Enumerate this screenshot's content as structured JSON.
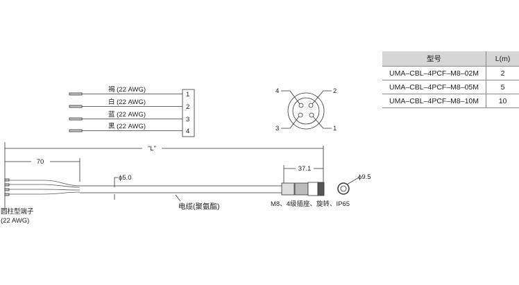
{
  "wiring": {
    "wires": [
      {
        "label": "褐 (22 AWG)",
        "pin": "1"
      },
      {
        "label": "白 (22 AWG)",
        "pin": "2"
      },
      {
        "label": "蓝 (22 AWG)",
        "pin": "3"
      },
      {
        "label": "黑 (22 AWG)",
        "pin": "4"
      }
    ]
  },
  "connector_face": {
    "pins": [
      "4",
      "2",
      "3",
      "1"
    ]
  },
  "dimensions": {
    "length": "\"L\"",
    "strip": "70",
    "cable_dia": "ϕ5.0",
    "connector_len": "37.1",
    "connector_dia": "ϕ9.5"
  },
  "labels": {
    "terminal": "圆柱型端子",
    "terminal_awg": "(22 AWG)",
    "cable": "电缆(聚氨酯)",
    "connector": "M8、4级插座、旋转、IP65"
  },
  "table": {
    "headers": [
      "型号",
      "L(m)"
    ],
    "rows": [
      [
        "UMA–CBL–4PCF–M8–02M",
        "2"
      ],
      [
        "UMA–CBL–4PCF–M8–05M",
        "5"
      ],
      [
        "UMA–CBL–4PCF–M8–10M",
        "10"
      ]
    ]
  }
}
